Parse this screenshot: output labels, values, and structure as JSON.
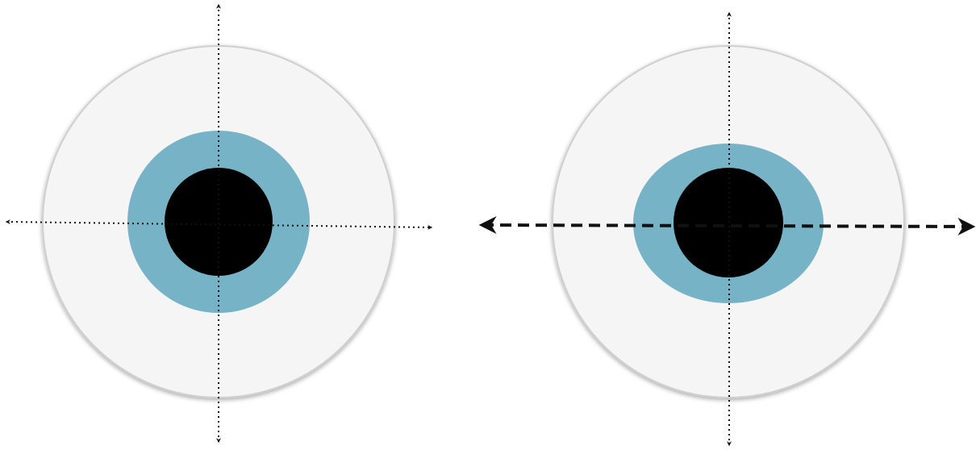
{
  "diagram": {
    "panels": [
      {
        "id": "left",
        "iris_shape": "circle",
        "axes": {
          "vertical": "dotted",
          "horizontal": "dotted"
        }
      },
      {
        "id": "right",
        "iris_shape": "horizontal-ellipse",
        "axes": {
          "vertical": "dotted",
          "horizontal": "dashed"
        }
      }
    ],
    "colors": {
      "sclera": "#f5f5f5",
      "sclera_edge": "#cfcfcf",
      "iris": "#77b3c7",
      "pupil": "#000000",
      "axis": "#111111"
    }
  }
}
